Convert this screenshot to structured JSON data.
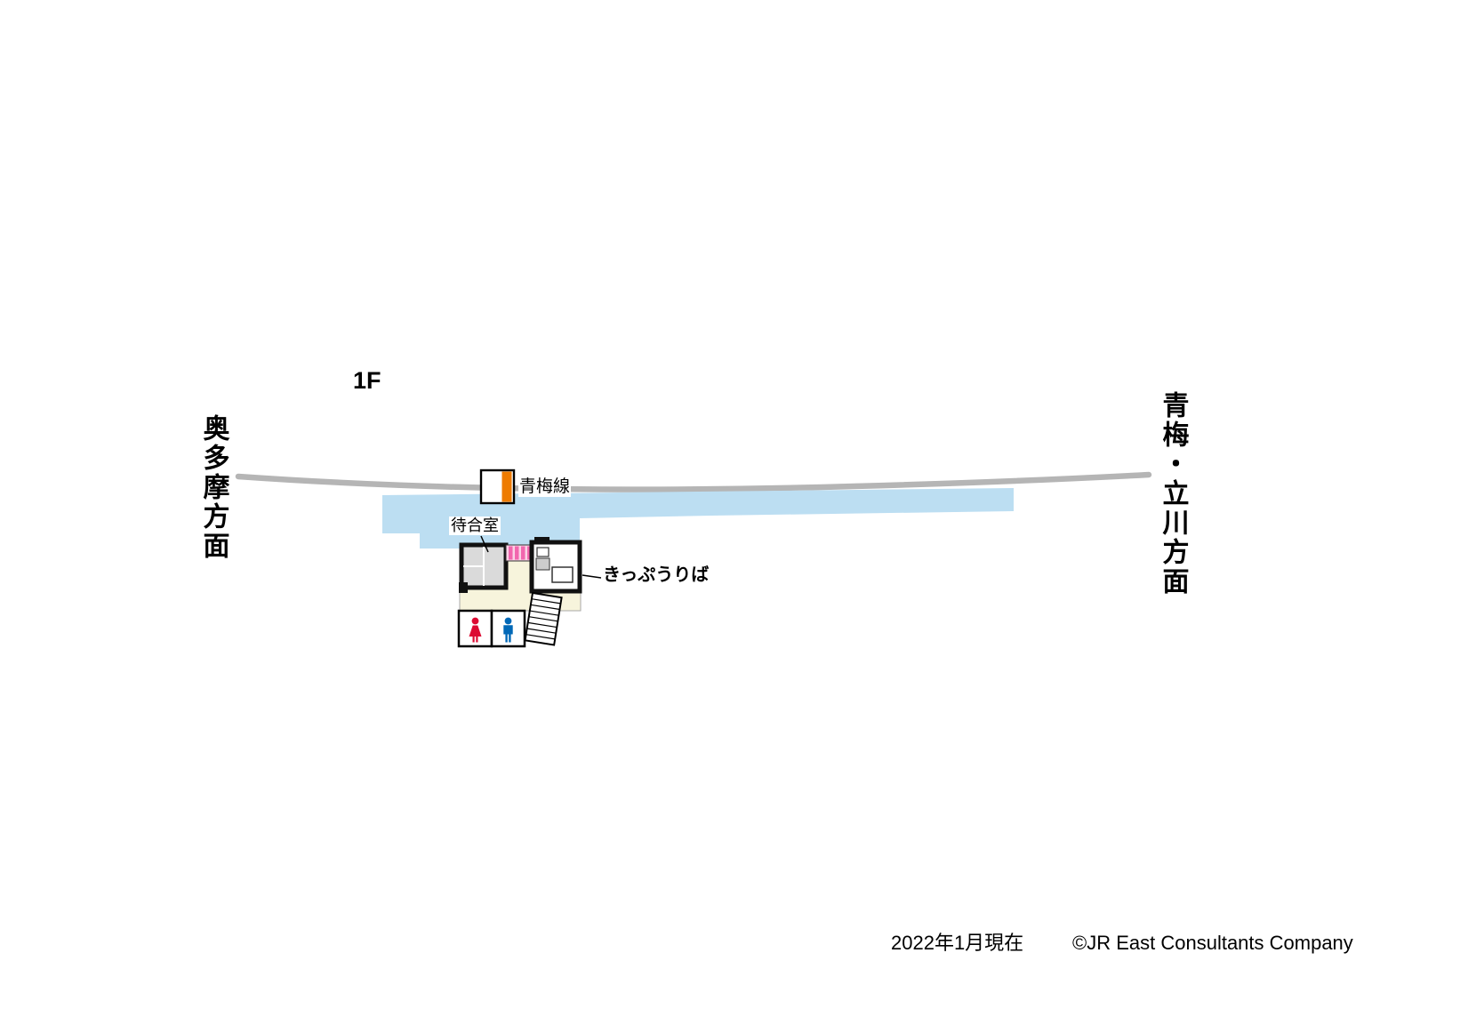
{
  "labels": {
    "floor": "1F",
    "direction_left": "奥多摩方面",
    "direction_right": "青梅・立川方面",
    "line_name": "青梅線",
    "waiting_room": "待合室",
    "ticket_office": "きっぷうりば",
    "footer_date": "2022年1月現在",
    "footer_copyright": "©JR East Consultants Company"
  },
  "icons": {
    "female_restroom": "woman-pictogram",
    "male_restroom": "man-pictogram"
  },
  "colors": {
    "track_gray": "#B5B5B5",
    "platform_blue": "#BCDEF2",
    "concourse_cream": "#F7F4DC",
    "room_gray": "#DADADA",
    "machine_pink_light": "#FAD2E6",
    "machine_pink": "#F266AE",
    "line_orange": "#EE7B00",
    "wall_black": "#111111",
    "restroom_female_red": "#DC0A32",
    "restroom_male_blue": "#0068B7"
  }
}
